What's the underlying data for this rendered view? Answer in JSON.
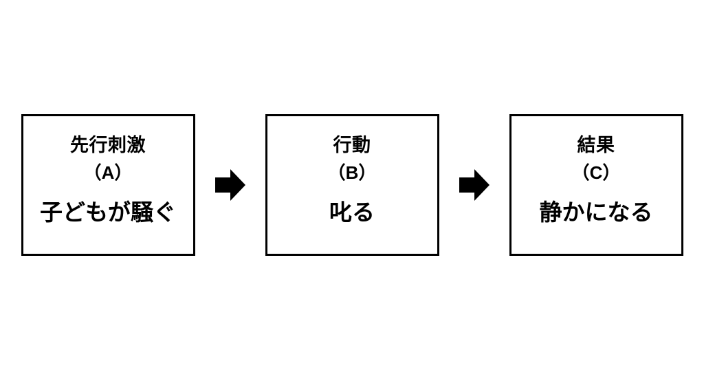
{
  "diagram": {
    "background_color": "#ffffff",
    "border_color": "#000000",
    "text_color": "#000000",
    "boxes": [
      {
        "title": "先行刺激",
        "label": "（A）",
        "content": "子どもが騒ぐ"
      },
      {
        "title": "行動",
        "label": "（B）",
        "content": "叱る"
      },
      {
        "title": "結果",
        "label": "（C）",
        "content": "静かになる"
      }
    ],
    "arrows": [
      {
        "name": "right-arrow",
        "direction": "right",
        "color": "#000000"
      },
      {
        "name": "right-arrow",
        "direction": "right",
        "color": "#000000"
      }
    ]
  }
}
